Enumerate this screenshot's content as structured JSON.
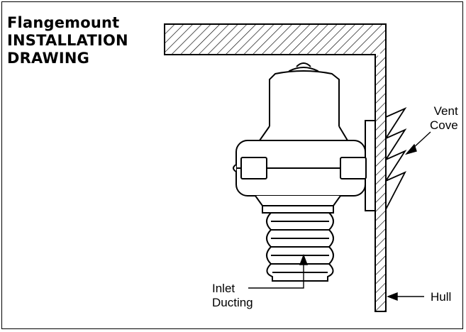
{
  "title": {
    "line1": "Flangemount",
    "line2": "INSTALLATION",
    "line3": "DRAWING"
  },
  "labels": {
    "vent_line1": "Vent",
    "vent_line2": "Cove",
    "inlet_line1": "Inlet",
    "inlet_line2": "Ducting",
    "hull": "Hull"
  }
}
